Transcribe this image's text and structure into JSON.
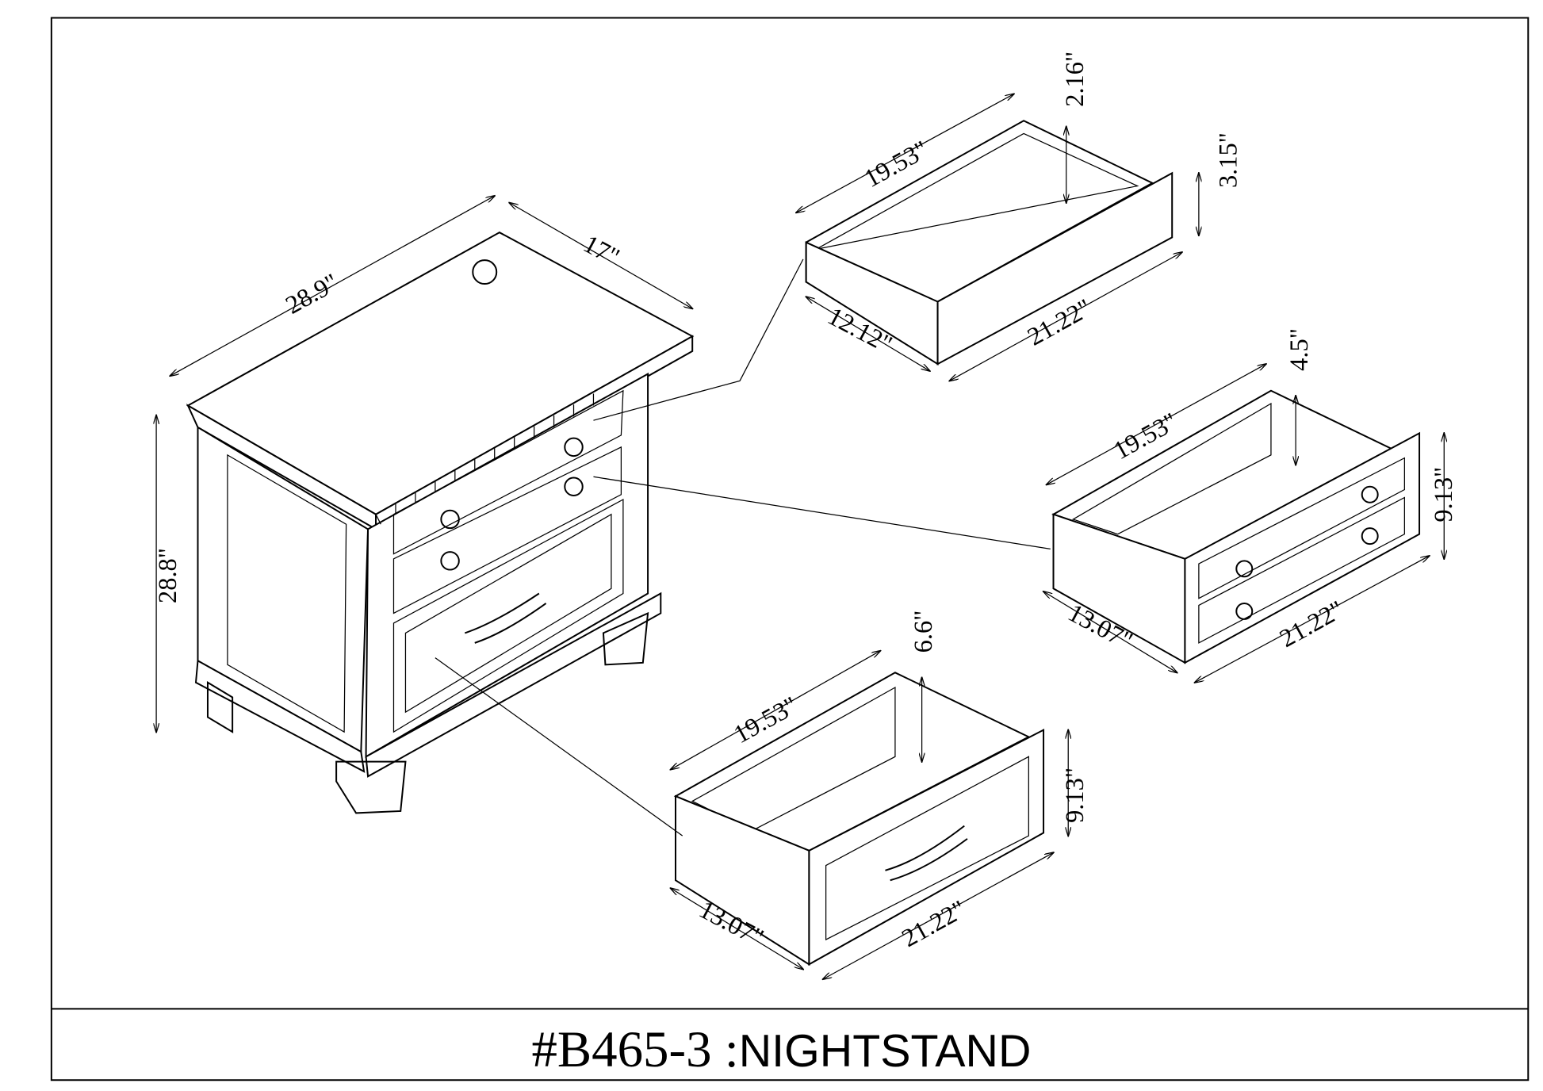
{
  "title": {
    "code": "#B465-3",
    "separator": " :",
    "name": "NIGHTSTAND"
  },
  "nightstand": {
    "width": "28.9\"",
    "depth": "17\"",
    "height": "28.8\""
  },
  "top_drawer": {
    "depth": "19.53\"",
    "inner_height": "2.16\"",
    "front_height": "3.15\"",
    "side": "12.12\"",
    "front_width": "21.22\""
  },
  "middle_drawer": {
    "depth": "19.53\"",
    "inner_height": "4.5\"",
    "front_height": "9.13\"",
    "side": "13.07\"",
    "front_width": "21.22\""
  },
  "bottom_drawer": {
    "depth": "19.53\"",
    "inner_height": "6.6\"",
    "front_height": "9.13\"",
    "side": "13.07\"",
    "front_width": "21.22\""
  }
}
